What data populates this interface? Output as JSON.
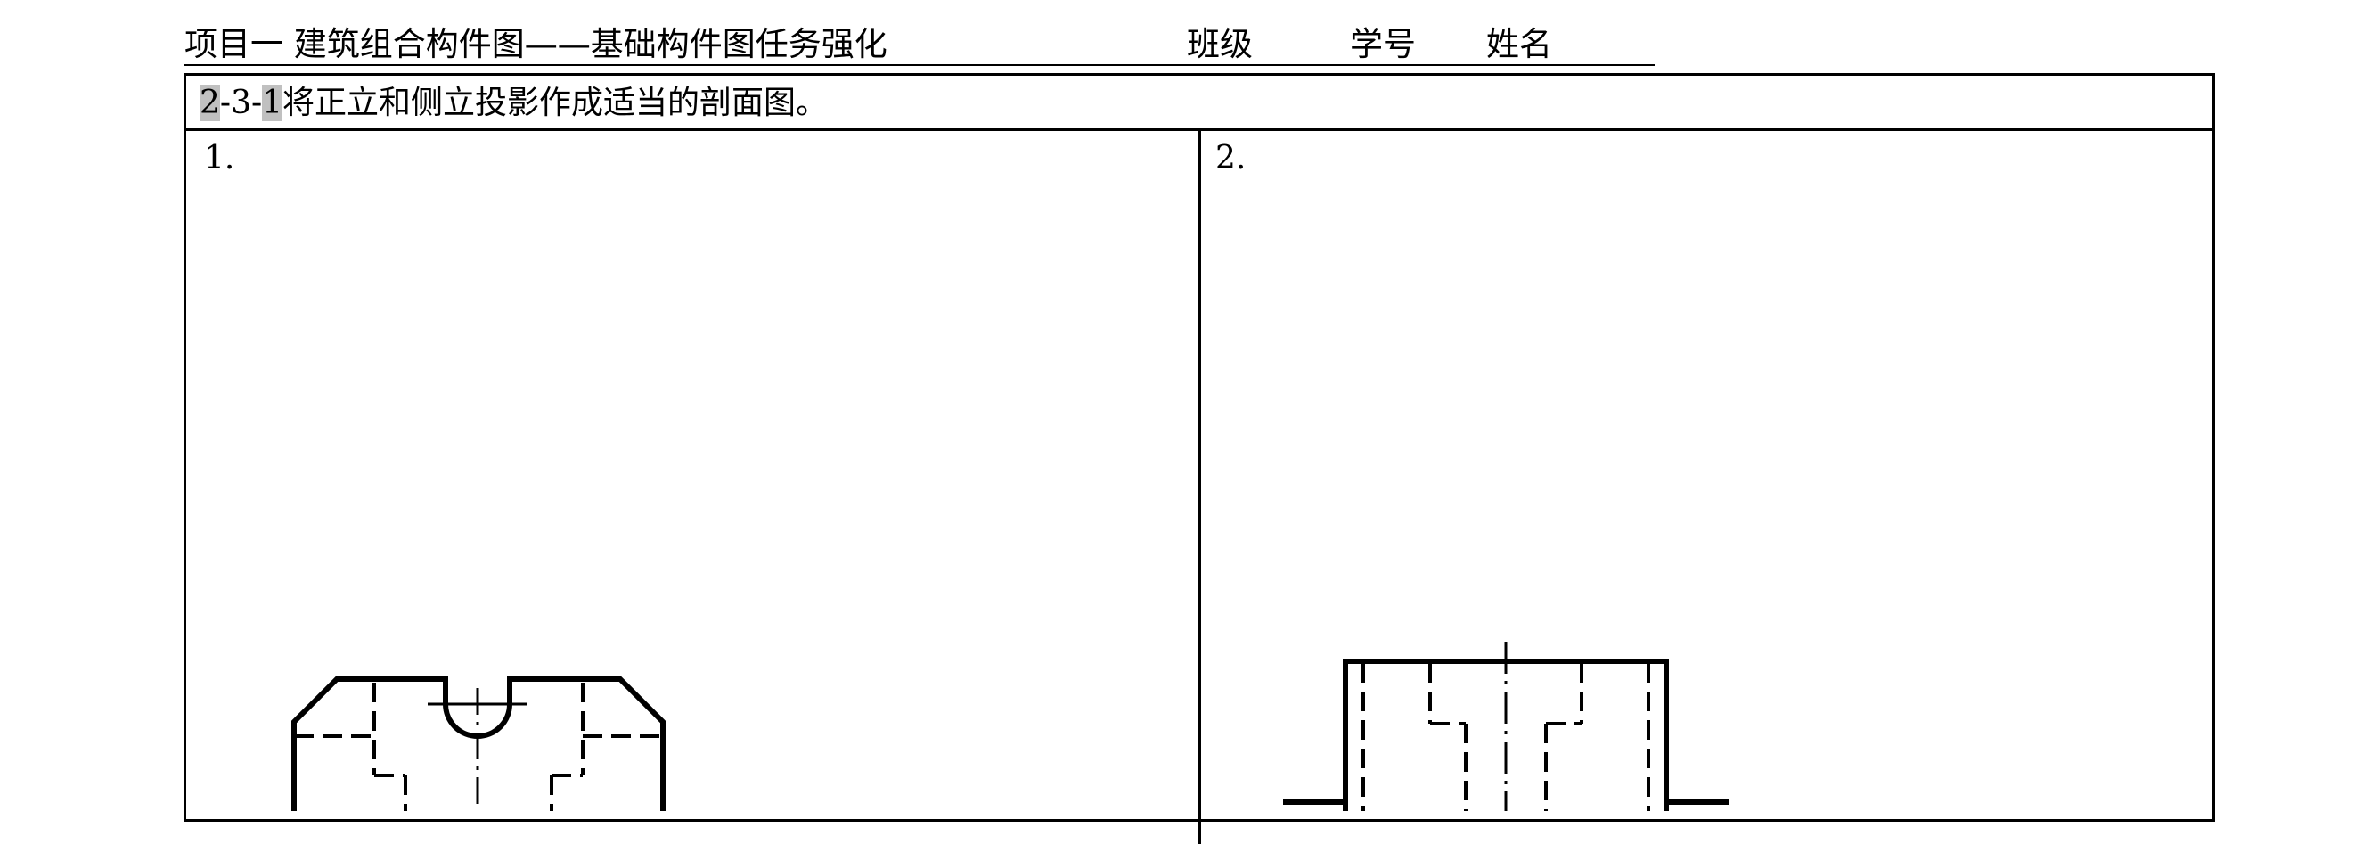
{
  "header": {
    "project_title": "项目一  建筑组合构件图——基础构件图任务强化",
    "class_label": "班级",
    "student_id_label": "学号",
    "name_label": "姓名"
  },
  "task": {
    "code_part1": "2",
    "code_part2": "-3-",
    "code_part3": "1",
    "instruction": "将正立和侧立投影作成适当的剖面图。"
  },
  "cells": [
    {
      "label": "1."
    },
    {
      "label": "2."
    }
  ]
}
